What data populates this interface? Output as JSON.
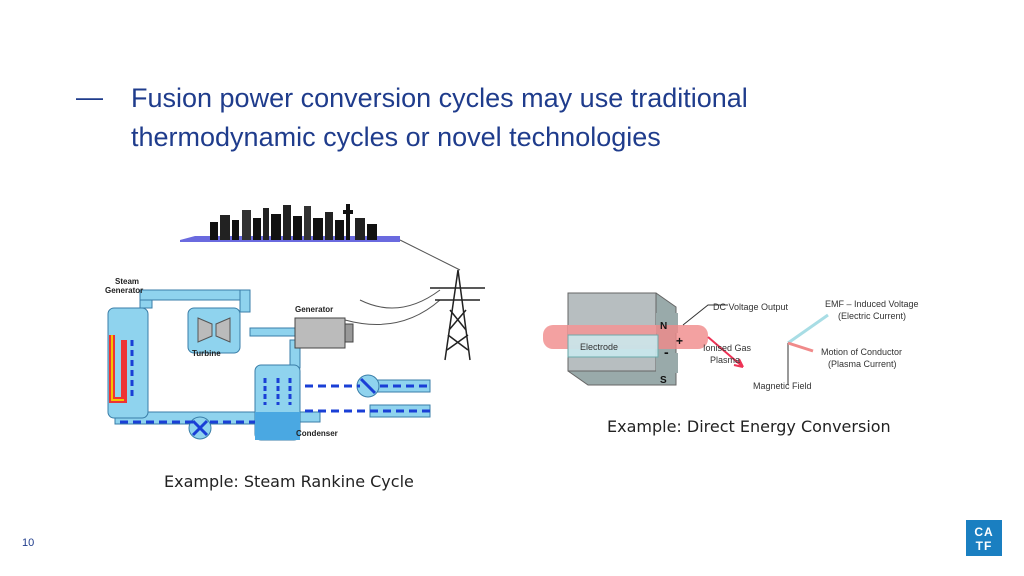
{
  "slide": {
    "bullet": "—",
    "title": "Fusion power conversion cycles may use traditional thermodynamic cycles or novel technologies",
    "page_number": "10",
    "logo_text_top": "CA",
    "logo_text_bottom": "TF"
  },
  "rankine": {
    "caption": "Example: Steam Rankine Cycle",
    "labels": {
      "steam_generator_1": "Steam",
      "steam_generator_2": "Generator",
      "generator": "Generator",
      "turbine": "Turbine",
      "condenser": "Condenser"
    }
  },
  "direct": {
    "caption": "Example: Direct Energy Conversion",
    "labels": {
      "dc_output": "DC Voltage Output",
      "emf_1": "EMF – Induced Voltage",
      "emf_2": "(Electric Current)",
      "n": "N",
      "s": "S",
      "plus": "+",
      "minus": "-",
      "electrode": "Electrode",
      "ionised_1": "Ionised Gas",
      "ionised_2": "Plasma",
      "motion_1": "Motion of Conductor",
      "motion_2": "(Plasma Current)",
      "magnetic": "Magnetic Field"
    }
  },
  "colors": {
    "title": "#1f3c8c",
    "pipe": "#8fd3ee",
    "flow": "#1a3fd6",
    "logo": "#1a7fc1"
  }
}
